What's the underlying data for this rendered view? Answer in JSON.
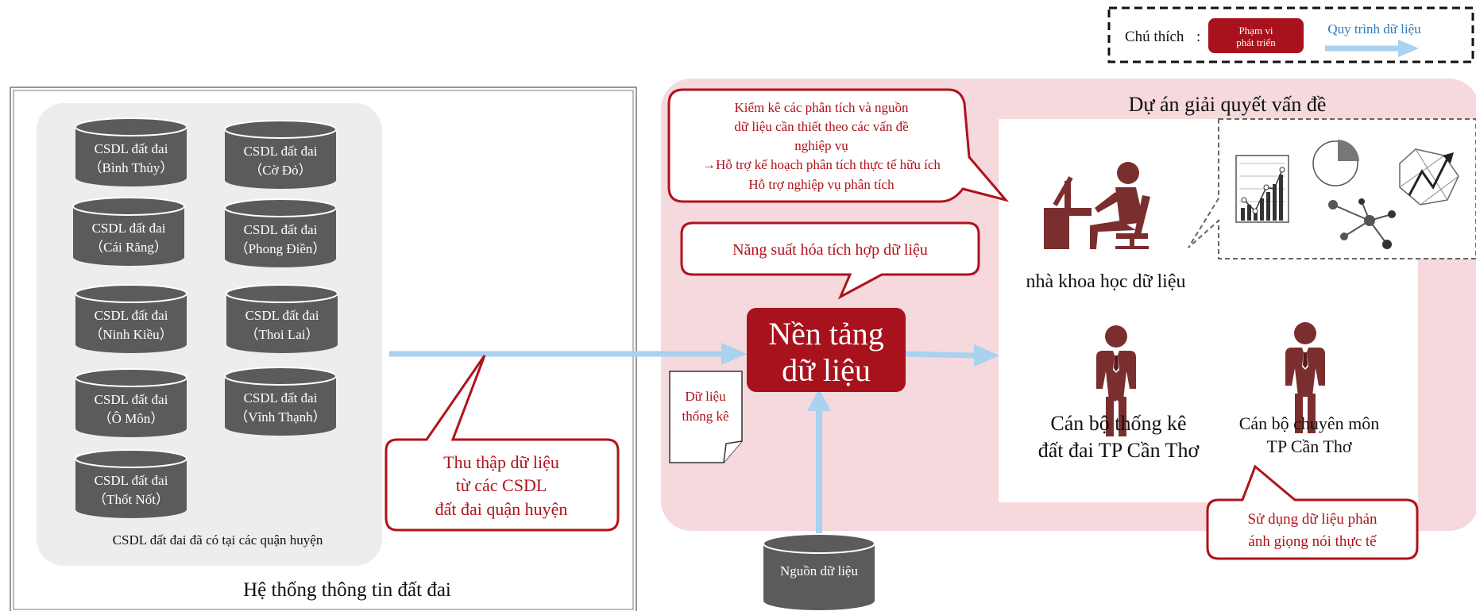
{
  "legend": {
    "label": "Chú thích",
    "colon": ":",
    "scope_line1": "Phạm vi",
    "scope_line2": "phát triển",
    "flow_label": "Quy trình dữ liệu"
  },
  "left_system": {
    "title": "Hệ thống thông tin đất đai",
    "group_caption": "CSDL đất đai đã có tại các quận huyện",
    "databases": [
      {
        "name": "CSDL đất đai",
        "district": "（Bình Thủy）"
      },
      {
        "name": "CSDL đất đai",
        "district": "（Cờ Đỏ）"
      },
      {
        "name": "CSDL đất đai",
        "district": "（Cái Răng）"
      },
      {
        "name": "CSDL đất đai",
        "district": "（Phong Điền）"
      },
      {
        "name": "CSDL đất đai",
        "district": "（Ninh Kiều）"
      },
      {
        "name": "CSDL đất đai",
        "district": "（Thoi Lai）"
      },
      {
        "name": "CSDL đất đai",
        "district": "（Ô Môn）"
      },
      {
        "name": "CSDL đất đai",
        "district": "（Vĩnh Thạnh）"
      },
      {
        "name": "CSDL đất đai",
        "district": "（Thốt Nốt）"
      }
    ]
  },
  "callouts": {
    "collect": [
      "Thu thập dữ liệu",
      "từ các CSDL",
      "đất đai quận huyện"
    ],
    "inventory": [
      "Kiểm kê các phân tích và nguồn",
      "dữ liệu cần thiết theo các vấn đề",
      "nghiệp vụ",
      "→Hỗ trợ kế hoạch phân tích thực tế hữu ích",
      "Hỗ trợ nghiệp vụ phân tích"
    ],
    "integration": "Năng suất hóa tích hợp dữ liệu",
    "voice": [
      "Sử dụng dữ liệu phản",
      "ánh giọng nói thực tế"
    ]
  },
  "platform": {
    "line1": "Nền tảng",
    "line2": "dữ liệu"
  },
  "stats_doc": {
    "line1": "Dữ liệu",
    "line2": "thống kê"
  },
  "data_source": "Nguồn dữ liệu",
  "project": {
    "title": "Dự án giải quyết vấn đề",
    "scientist": "nhà khoa học dữ liệu",
    "officer1": [
      "Cán bộ thống kê",
      "đất đai TP Cần Thơ"
    ],
    "officer2": [
      "Cán bộ chuyên môn",
      "TP Cần Thơ"
    ]
  },
  "colors": {
    "brand_red": "#a8121c",
    "callout_red": "#b0121b",
    "zone_pink": "#f5d9dc",
    "arrow_blue": "#a9d1f0",
    "db_gray": "#5b5b5b",
    "person_brown": "#7a2e2e"
  }
}
